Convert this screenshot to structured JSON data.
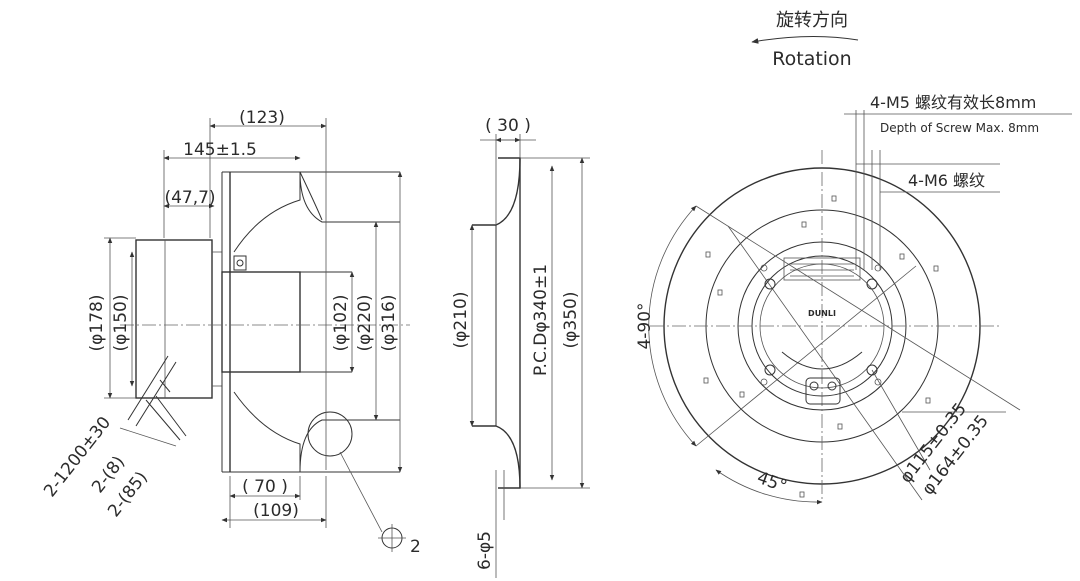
{
  "rotation": {
    "label_cn": "旋转方向",
    "label_en": "Rotation"
  },
  "callouts": {
    "m5_cn": "4-M5 螺纹有效长8mm",
    "m5_en": "Depth of Screw Max. 8mm",
    "m6_cn": "4-M6 螺纹"
  },
  "dimensions": {
    "d123": "(123)",
    "d145": "145±1.5",
    "d47": "(47,7)",
    "d178": "(φ178)",
    "d150": "(φ150)",
    "d102": "(φ102)",
    "d220": "(φ220)",
    "d316": "(φ316)",
    "d70": "( 70 )",
    "d109": "(109)",
    "cable_len": "2-1200±30",
    "cable_8": "2-(8)",
    "cable_85": "2-(85)",
    "detail_2": "2",
    "d30": "( 30 )",
    "d210": "(φ210)",
    "pcd340": "P.C.Dφ340±1",
    "d350": "(φ350)",
    "holes6": "6-φ5",
    "angle90": "4-90°",
    "angle45": "45°",
    "d115": "φ115±0.35",
    "d164": "φ164±0.35",
    "logo": "DUNLI"
  },
  "colors": {
    "line": "#333333",
    "text": "#2b2b2b",
    "background": "#ffffff"
  }
}
